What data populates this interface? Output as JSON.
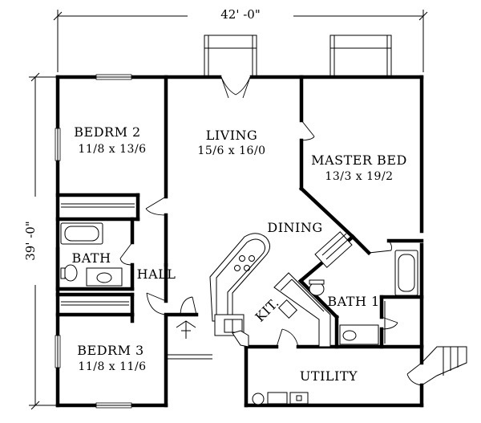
{
  "dimensions": {
    "width": "42' -0\"",
    "depth": "39' -0\""
  },
  "rooms": {
    "bedroom2": {
      "name": "BEDRM  2",
      "size": "11/8  x  13/6"
    },
    "living": {
      "name": "LIVING",
      "size": "15/6  x  16/0"
    },
    "master": {
      "name": "MASTER  BED",
      "size": "13/3  x  19/2"
    },
    "dining": {
      "name": "DINING"
    },
    "bath": {
      "name": "BATH"
    },
    "hall": {
      "name": "HALL"
    },
    "kitchen": {
      "name": "KIT."
    },
    "bath1": {
      "name": "BATH  1"
    },
    "bedroom3": {
      "name": "BEDRM  3",
      "size": "11/8  x  11/6"
    },
    "utility": {
      "name": "UTILITY"
    }
  }
}
